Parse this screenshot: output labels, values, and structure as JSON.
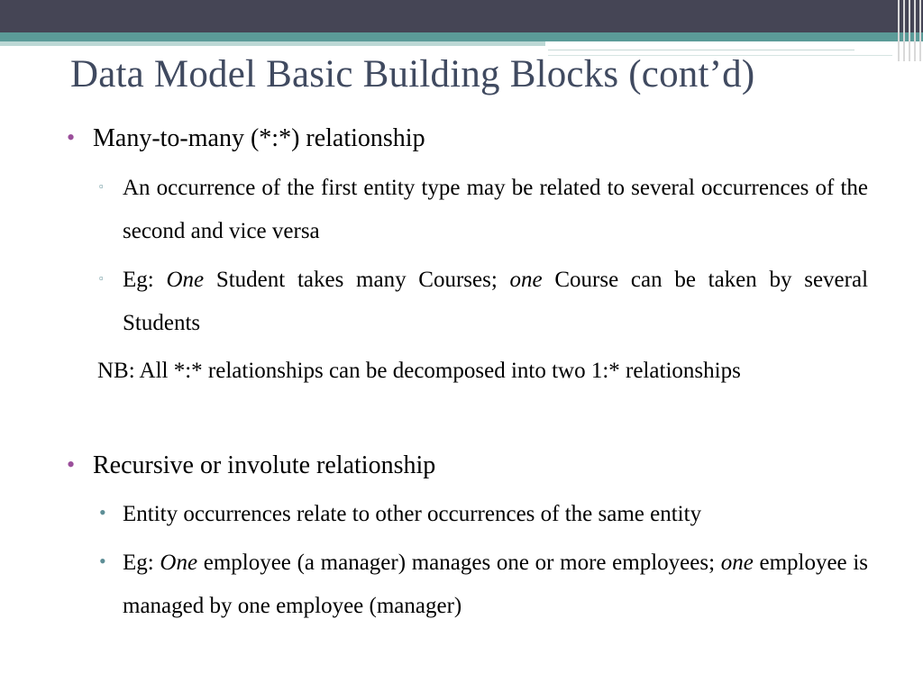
{
  "slide": {
    "title": "Data Model Basic Building Blocks (cont’d)",
    "colors": {
      "title": "#404a60",
      "bullet_l1": "#9b4f9b",
      "bullet_l2": "#5d8e96",
      "header_dark": "#454555",
      "header_teal": "#5b9b98"
    }
  },
  "bullets": {
    "many_to_many": {
      "label": "Many-to-many (*:*) relationship",
      "sub1": "An occurrence of the first entity type may be related to several occurrences of the second and vice versa",
      "sub2": {
        "prefix": "Eg: ",
        "em1": "One",
        "mid": " Student takes many Courses; ",
        "em2": "one",
        "suffix": " Course can be taken by several Students"
      },
      "note": "NB: All *:* relationships can be decomposed into two 1:* relationships"
    },
    "recursive": {
      "label": "Recursive or involute relationship",
      "sub1": "Entity occurrences relate to other occurrences of the same entity",
      "sub2": {
        "prefix": "Eg: ",
        "em1": "One",
        "mid": " employee (a manager) manages one or more employees; ",
        "em2": "one",
        "suffix": " employee is managed by one employee (manager)"
      }
    }
  }
}
